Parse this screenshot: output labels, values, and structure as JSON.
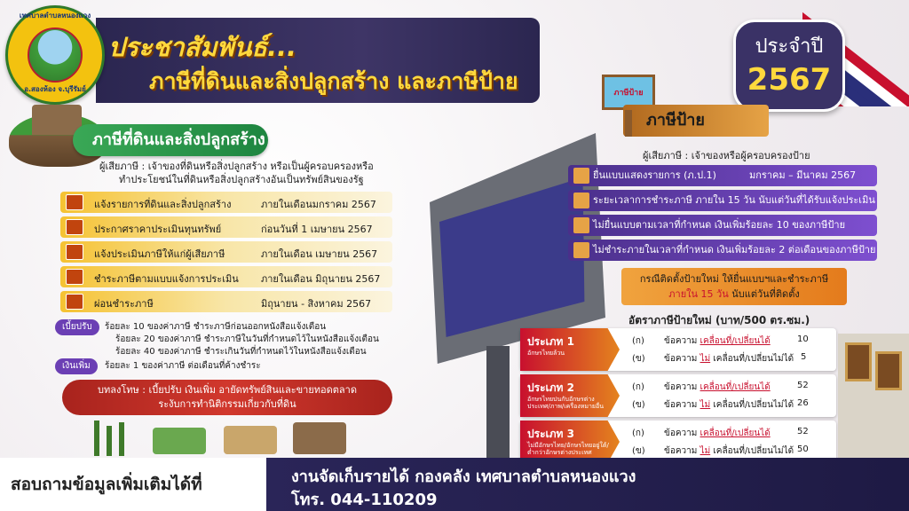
{
  "header": {
    "logo_top_text": "เทศบาลตำบลหนองแวง",
    "logo_bottom_text": "อ.สองห้อง  จ.บุรีรัมย์",
    "title_line1": "ประชาสัมพันธ์...",
    "title_line2": "ภาษีที่ดินและสิ่งปลูกสร้าง และภาษีป้าย",
    "year_label": "ประจำปี",
    "year_value": "2567"
  },
  "land_tax": {
    "title": "ภาษีที่ดินและสิ่งปลูกสร้าง",
    "payer_line1": "ผู้เสียภาษี : เจ้าของที่ดินหรือสิ่งปลูกสร้าง หรือเป็นผู้ครอบครองหรือ",
    "payer_line2": "ทำประโยชน์ในที่ดินหรือสิ่งปลูกสร้างอันเป็นทรัพย์สินของรัฐ",
    "steps": [
      {
        "label": "แจ้งรายการที่ดินและสิ่งปลูกสร้าง",
        "period": "ภายในเดือนมกราคม 2567"
      },
      {
        "label": "ประกาศราคาประเมินทุนทรัพย์",
        "period": "ก่อนวันที่ 1 เมษายน 2567"
      },
      {
        "label": "แจ้งประเมินภาษีให้แก่ผู้เสียภาษี",
        "period": "ภายในเดือน เมษายน 2567"
      },
      {
        "label": "ชำระภาษีตามแบบแจ้งการประเมิน",
        "period": "ภายในเดือน มิถุนายน 2567"
      },
      {
        "label": "ผ่อนชำระภาษี",
        "period": "มิถุนายน - สิงหาคม 2567"
      }
    ],
    "fine_label": "เบี้ยปรับ",
    "fine_lines": [
      "ร้อยละ 10 ของค่าภาษี ชำระภาษีก่อนออกหนังสือแจ้งเตือน",
      "ร้อยละ 20 ของค่าภาษี ชำระภาษีในวันที่กำหนดไว้ในหนังสือแจ้งเตือน",
      "ร้อยละ 40 ของค่าภาษี ชำระเกินวันที่กำหนดไว้ในหนังสือแจ้งเตือน"
    ],
    "surcharge_label": "เงินเพิ่ม",
    "surcharge_line": "ร้อยละ 1 ของค่าภาษี ต่อเดือนที่ค้างชำระ",
    "penalty_line1": "บทลงโทษ : เบี้ยปรับ เงินเพิ่ม อายัดทรัพย์สินและขายทอดตลาด",
    "penalty_line2": "ระงับการทำนิติกรรมเกี่ยวกับที่ดิน"
  },
  "sign_tax": {
    "board_text": "ภาษีป้าย",
    "title": "ภาษีป้าย",
    "payer": "ผู้เสียภาษี : เจ้าของหรือผู้ครอบครองป้าย",
    "steps": [
      {
        "label": "ยื่นแบบแสดงรายการ (ภ.ป.1)",
        "period": "มกราคม – มีนาคม 2567"
      },
      {
        "label": "ระยะเวลาการชำระภาษี ภายใน 15 วัน นับแต่วันที่ได้รับแจ้งประเมิน",
        "period": ""
      },
      {
        "label": "ไม่ยื่นแบบตามเวลาที่กำหนด เงินเพิ่มร้อยละ 10 ของภาษีป้าย",
        "period": ""
      },
      {
        "label": "ไม่ชำระภายในเวลาที่กำหนด เงินเพิ่มร้อยละ 2 ต่อเดือนของภาษีป้าย",
        "period": ""
      }
    ],
    "install_line1": "กรณีติดตั้งป้ายใหม่ ให้ยื่นแบบฯและชำระภาษี",
    "install_red": "ภายใน 15 วัน",
    "install_tail": " นับแต่วันที่ติดตั้ง",
    "rate_header": "อัตราภาษีป้ายใหม่ (บาท/500 ตร.ซม.)",
    "types": [
      {
        "name": "ประเภท 1",
        "desc": "อักษรไทยล้วน",
        "rows": [
          {
            "key": "(ก)",
            "pre": "ข้อความ ",
            "move": "เคลื่อนที่/เปลี่ยนได้",
            "not": "",
            "post": "",
            "rate": "10"
          },
          {
            "key": "(ข)",
            "pre": "ข้อความ ",
            "move": "",
            "not": "ไม่",
            "post": " เคลื่อนที่/เปลี่ยนไม่ได้",
            "rate": "5"
          }
        ]
      },
      {
        "name": "ประเภท 2",
        "desc": "อักษรไทยปนกับอักษรต่างประเทศ/ภาพ/เครื่องหมายอื่น",
        "rows": [
          {
            "key": "(ก)",
            "pre": "ข้อความ ",
            "move": "เคลื่อนที่/เปลี่ยนได้",
            "not": "",
            "post": "",
            "rate": "52"
          },
          {
            "key": "(ข)",
            "pre": "ข้อความ ",
            "move": "",
            "not": "ไม่",
            "post": " เคลื่อนที่/เปลี่ยนไม่ได้",
            "rate": "26"
          }
        ]
      },
      {
        "name": "ประเภท 3",
        "desc": "ไม่มีอักษรไทย/อักษรไทยอยู่ใต้/ต่ำกว่าอักษรต่างประเทศ",
        "rows": [
          {
            "key": "(ก)",
            "pre": "ข้อความ ",
            "move": "เคลื่อนที่/เปลี่ยนได้",
            "not": "",
            "post": "",
            "rate": "52"
          },
          {
            "key": "(ข)",
            "pre": "ข้อความ ",
            "move": "",
            "not": "ไม่",
            "post": " เคลื่อนที่/เปลี่ยนไม่ได้",
            "rate": "50"
          }
        ]
      }
    ]
  },
  "footer": {
    "left": "สอบถามข้อมูลเพิ่มเติมได้ที่",
    "line1": "งานจัดเก็บรายได้ กองคลัง เทศบาลตำบลหนองแวง",
    "line2": "โทร. 044-110209"
  },
  "colors": {
    "header_bg": "#2b2650",
    "title_yellow": "#ffd93d",
    "land_green": "#1e8540",
    "row_gold": "#f5c232",
    "purple": "#6b3fb4",
    "penalty_red": "#c8102e",
    "footer_bg": "#2a2558"
  },
  "icons": [
    "logo-seal",
    "house-island-illustration",
    "billboard-illustration",
    "sign-icon",
    "folder-icon",
    "plant-icon",
    "flag-graphic",
    "frames-illustration"
  ]
}
